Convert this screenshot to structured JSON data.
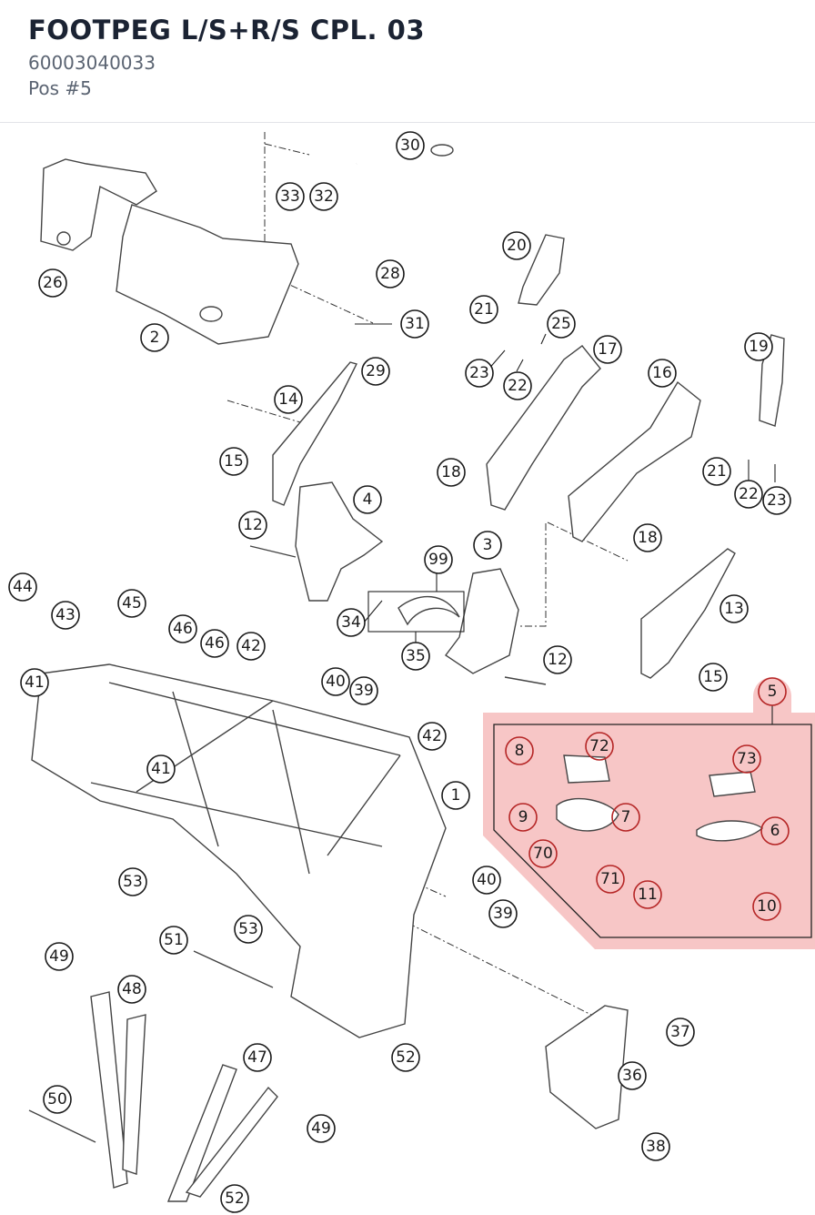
{
  "header": {
    "title": "FOOTPEG L/S+R/S CPL. 03",
    "part_number": "60003040033",
    "position": "Pos #5"
  },
  "highlight": {
    "callout": "5",
    "color": "#f6bcbc"
  },
  "callouts": {
    "c1": "1",
    "c2": "2",
    "c3": "3",
    "c4": "4",
    "c5": "5",
    "c6": "6",
    "c7": "7",
    "c8": "8",
    "c9": "9",
    "c10": "10",
    "c11": "11",
    "c12a": "12",
    "c12b": "12",
    "c13": "13",
    "c14": "14",
    "c15a": "15",
    "c15b": "15",
    "c16": "16",
    "c17": "17",
    "c18a": "18",
    "c18b": "18",
    "c19": "19",
    "c20": "20",
    "c21a": "21",
    "c21b": "21",
    "c22a": "22",
    "c22b": "22",
    "c23a": "23",
    "c23b": "23",
    "c25": "25",
    "c26": "26",
    "c28": "28",
    "c29": "29",
    "c30": "30",
    "c31": "31",
    "c32": "32",
    "c33": "33",
    "c34": "34",
    "c35": "35",
    "c36": "36",
    "c37": "37",
    "c38": "38",
    "c39a": "39",
    "c39b": "39",
    "c40a": "40",
    "c40b": "40",
    "c41a": "41",
    "c41b": "41",
    "c42a": "42",
    "c42b": "42",
    "c43": "43",
    "c44": "44",
    "c45": "45",
    "c46a": "46",
    "c46b": "46",
    "c47": "47",
    "c48": "48",
    "c49a": "49",
    "c49b": "49",
    "c50": "50",
    "c51": "51",
    "c52a": "52",
    "c52b": "52",
    "c53a": "53",
    "c53b": "53",
    "c70": "70",
    "c71": "71",
    "c72": "72",
    "c73": "73",
    "c99": "99"
  }
}
